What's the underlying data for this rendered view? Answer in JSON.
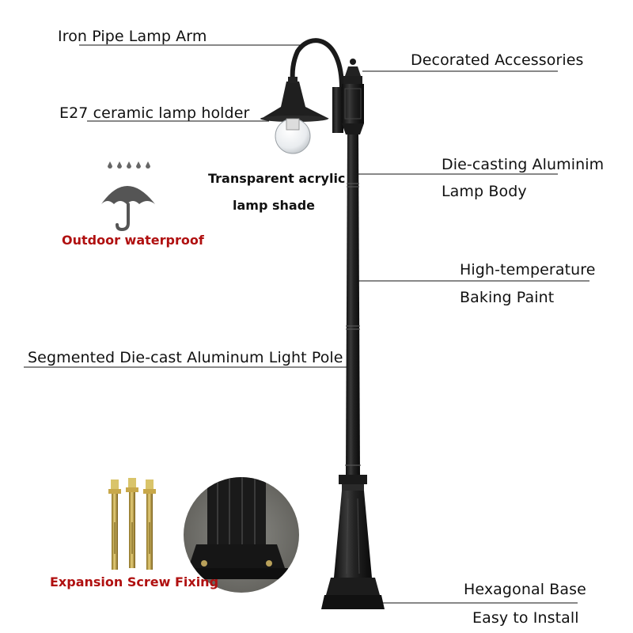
{
  "labels": {
    "lamp_arm": "Iron Pipe Lamp Arm",
    "accessories": "Decorated Accessories",
    "lamp_holder": "E27 ceramic lamp holder",
    "lamp_body_1": "Die-casting Aluminim",
    "lamp_body_2": "Lamp Body",
    "shade_1": "Transparent acrylic",
    "shade_2": "lamp shade",
    "paint_1": "High-temperature",
    "paint_2": "Baking Paint",
    "pole": "Segmented Die-cast Aluminum Light Pole",
    "base_1": "Hexagonal Base",
    "base_2": "Easy to Install",
    "waterproof": "Outdoor waterproof",
    "screws": "Expansion Screw Fixing"
  },
  "colors": {
    "text": "#111111",
    "accent_red": "#b01010",
    "pole": "#1d1d1d",
    "umbrella": "#555555",
    "brass": "#c8a84a"
  },
  "icons": {
    "umbrella": "umbrella-rain-icon",
    "screws": "expansion-screw-icon",
    "base_photo": "base-closeup-photo"
  }
}
